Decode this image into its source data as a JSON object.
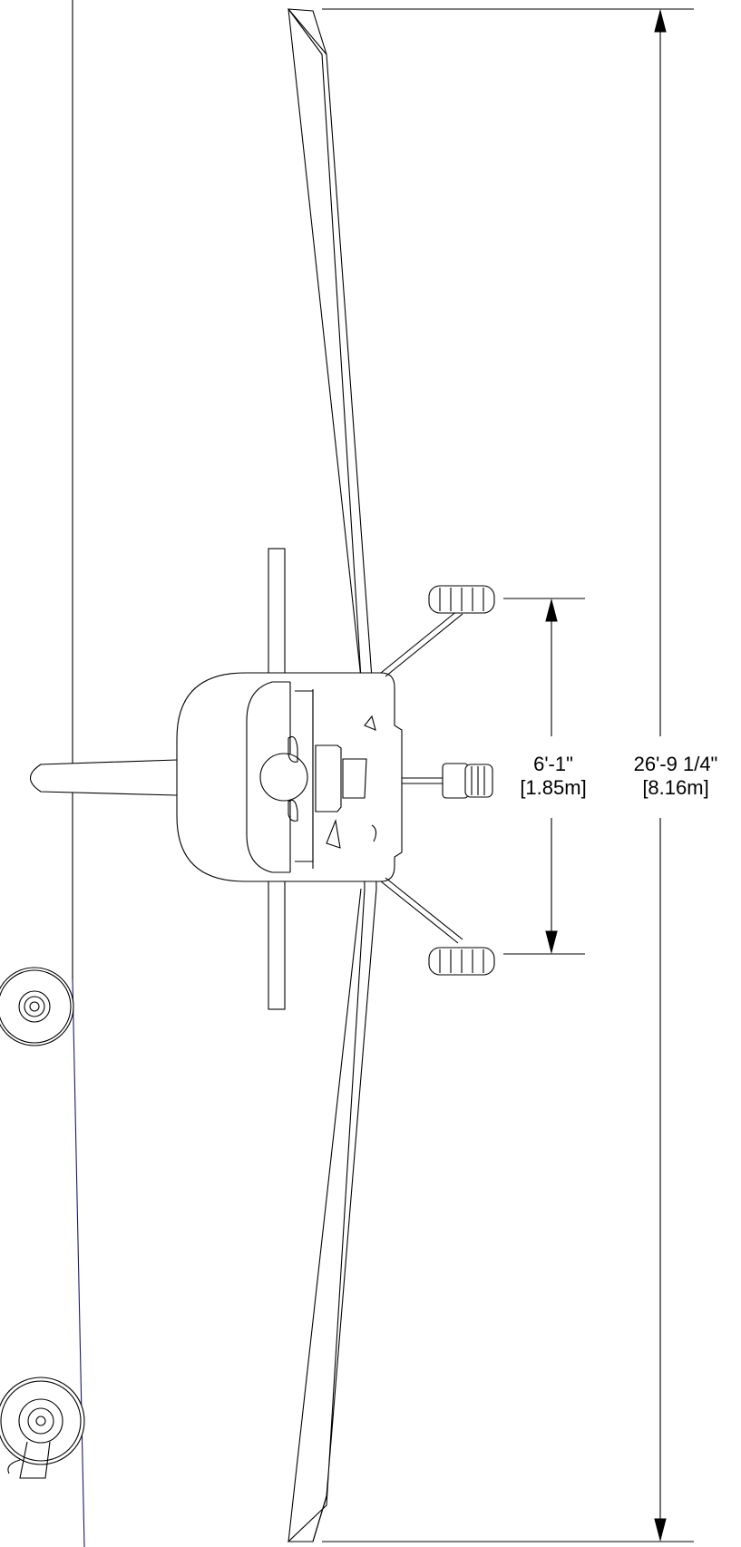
{
  "dimensions": {
    "wheel_track": {
      "imperial": "6'-1\"",
      "metric": "[1.85m]"
    },
    "wingspan": {
      "imperial": "26'-9 1/4\"",
      "metric": "[8.16m]"
    }
  },
  "colors": {
    "line": "#000000",
    "cable": "#1a1a6e",
    "background": "#ffffff"
  }
}
